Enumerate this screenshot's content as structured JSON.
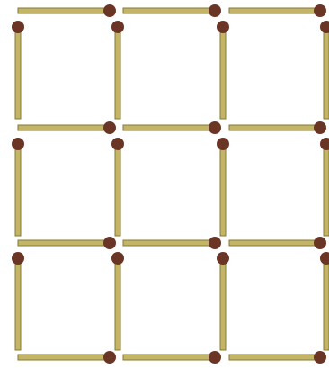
{
  "puzzle": {
    "grid_rows": 3,
    "grid_cols": 3,
    "matchstick_count": 24,
    "colors": {
      "stick_fill": "#c4b465",
      "stick_edge": "#847a36",
      "head": "#6b3526",
      "background": "#ffffff"
    }
  }
}
